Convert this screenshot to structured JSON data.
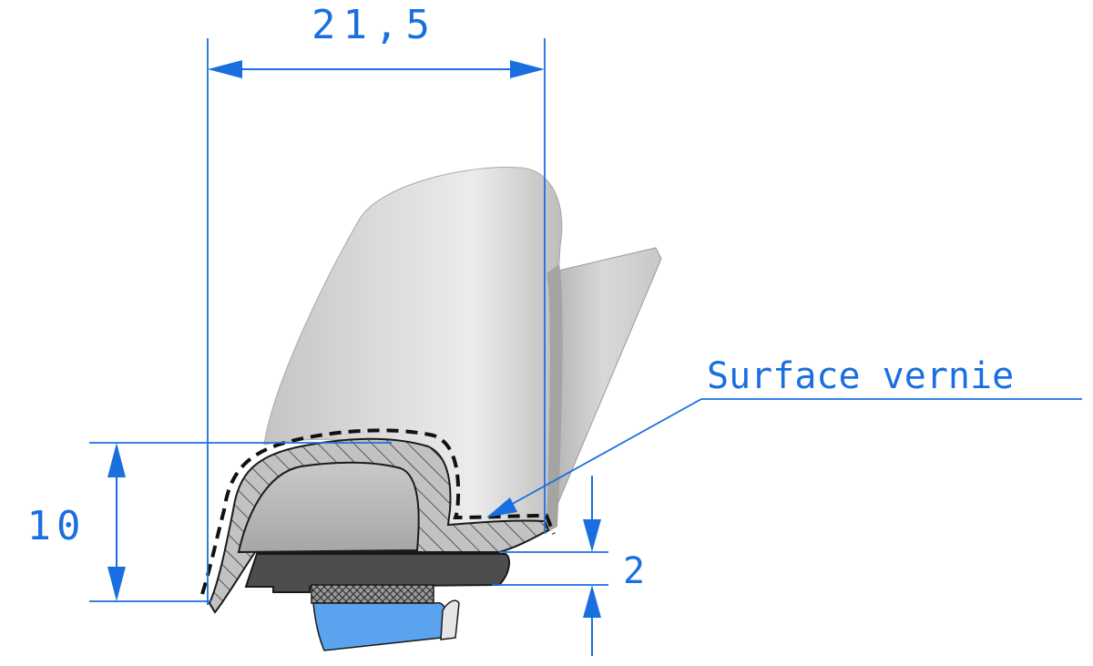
{
  "dimensions": {
    "width_label": "21,5",
    "height_label": "10",
    "thickness_label": "2"
  },
  "annotation": {
    "label": "Surface vernie"
  },
  "colors": {
    "dimension_line": "#1a6fe0",
    "profile_light": "#e2e2e2",
    "profile_mid": "#b9b9b9",
    "profile_dark": "#8e8e8e",
    "core_dark": "#4d4d4d",
    "tape_blue": "#5aa3ee",
    "outline": "#1a1a1a"
  }
}
